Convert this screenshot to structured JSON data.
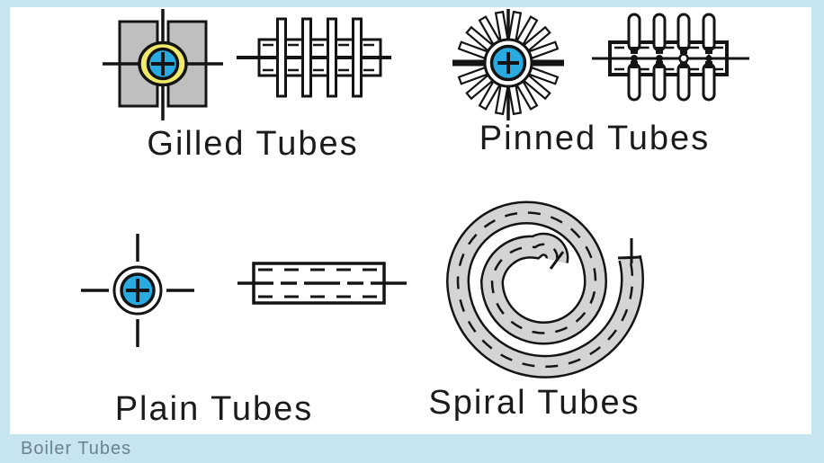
{
  "window": {
    "background_color": "#c7e5f0",
    "panel_background": "#ffffff"
  },
  "caption": {
    "label": "Boiler Tubes",
    "color": "#6e8090"
  },
  "tube_types": [
    {
      "id": "gilled",
      "label": "Gilled Tubes"
    },
    {
      "id": "pinned",
      "label": "Pinned Tubes"
    },
    {
      "id": "plain",
      "label": "Plain Tubes"
    },
    {
      "id": "spiral",
      "label": "Spiral Tubes"
    }
  ],
  "icon_colors": {
    "tube_blue": "#29abe2",
    "gill_plate_gray": "#bfbfbf",
    "spiral_gray": "#d4d4d4",
    "gill_ring_yellow": "#f0ea6a",
    "line_black": "#141414"
  }
}
